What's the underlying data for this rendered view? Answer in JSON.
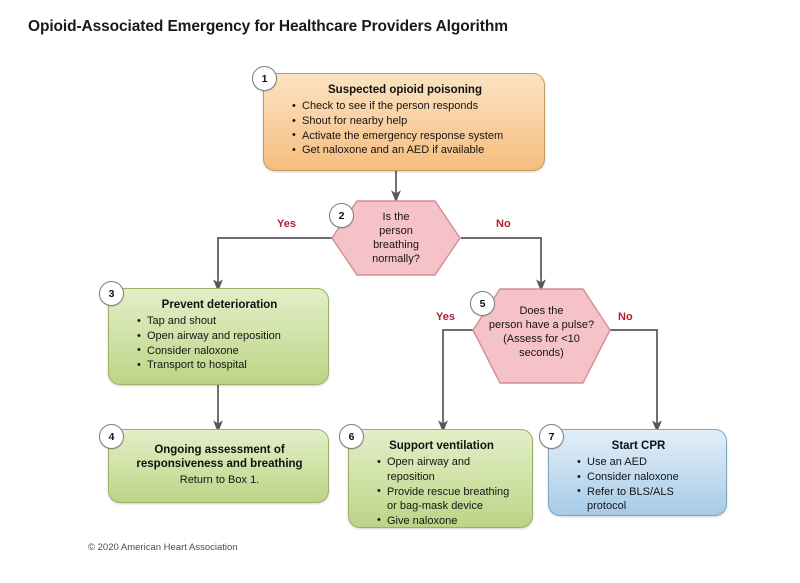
{
  "header": {
    "title": "Opioid-Associated Emergency for Healthcare Providers Algorithm"
  },
  "footer": {
    "copyright": "© 2020 American Heart Association"
  },
  "colors": {
    "action_orange": "#f6bd7e",
    "action_green": "#bcd486",
    "action_blue": "#a6cbe7",
    "decision_pink": "#f5bfc5",
    "branch_label": "#b02030",
    "connector": "#58585a"
  },
  "chart_data": {
    "type": "diagram",
    "title": "Opioid-Associated Emergency for Healthcare Providers Algorithm",
    "nodes": [
      {
        "id": "1",
        "shape": "rounded-rect",
        "color": "orange",
        "heading": "Suspected opioid poisoning",
        "bullets": [
          "Check to see if the person responds",
          "Shout for nearby help",
          "Activate the emergency response system",
          "Get naloxone and an AED if available"
        ]
      },
      {
        "id": "2",
        "shape": "hexagon",
        "color": "pink",
        "lines": [
          "Is the",
          "person breathing",
          "normally?"
        ]
      },
      {
        "id": "3",
        "shape": "rounded-rect",
        "color": "green",
        "heading": "Prevent deterioration",
        "bullets": [
          "Tap and shout",
          "Open airway and reposition",
          "Consider naloxone",
          "Transport to hospital"
        ]
      },
      {
        "id": "4",
        "shape": "rounded-rect",
        "color": "green",
        "heading": "Ongoing assessment of responsiveness and breathing",
        "plain": "Return to Box 1."
      },
      {
        "id": "5",
        "shape": "hexagon",
        "color": "pink",
        "lines": [
          "Does the",
          "person have a pulse?",
          "(Assess for <10",
          "seconds)"
        ]
      },
      {
        "id": "6",
        "shape": "rounded-rect",
        "color": "green",
        "heading": "Support ventilation",
        "bullets": [
          "Open airway and reposition",
          "Provide rescue breathing or bag-mask device",
          "Give naloxone"
        ]
      },
      {
        "id": "7",
        "shape": "rounded-rect",
        "color": "blue",
        "heading": "Start CPR",
        "bullets": [
          "Use an AED",
          "Consider naloxone",
          "Refer to BLS/ALS protocol"
        ]
      }
    ],
    "edges": [
      {
        "from": "1",
        "to": "2",
        "label": ""
      },
      {
        "from": "2",
        "to": "3",
        "label": "Yes"
      },
      {
        "from": "2",
        "to": "5",
        "label": "No"
      },
      {
        "from": "3",
        "to": "4",
        "label": ""
      },
      {
        "from": "5",
        "to": "6",
        "label": "Yes"
      },
      {
        "from": "5",
        "to": "7",
        "label": "No"
      }
    ]
  },
  "boxes": {
    "b1": {
      "num": "1",
      "heading": "Suspected opioid poisoning",
      "bullets": [
        "Check to see if the person responds",
        "Shout for nearby help",
        "Activate the emergency response system",
        "Get naloxone and an AED if available"
      ]
    },
    "b2": {
      "num": "2",
      "l1": "Is the",
      "l2": "person breathing",
      "l3": "normally?"
    },
    "b3": {
      "num": "3",
      "heading": "Prevent deterioration",
      "bullets": [
        "Tap and shout",
        "Open airway and reposition",
        "Consider naloxone",
        "Transport to hospital"
      ]
    },
    "b4": {
      "num": "4",
      "heading_l1": "Ongoing assessment of",
      "heading_l2": "responsiveness and breathing",
      "plain": "Return to Box 1."
    },
    "b5": {
      "num": "5",
      "l1": "Does the",
      "l2": "person have a pulse?",
      "l3": "(Assess for <10",
      "l4": "seconds)"
    },
    "b6": {
      "num": "6",
      "heading": "Support ventilation",
      "bullets": [
        "Open airway and reposition",
        "Provide rescue breathing",
        "or bag-mask device",
        "Give naloxone"
      ]
    },
    "b7": {
      "num": "7",
      "heading": "Start CPR",
      "bullets": [
        "Use an AED",
        "Consider naloxone",
        "Refer to BLS/ALS protocol"
      ]
    }
  },
  "branches": {
    "b2_yes": "Yes",
    "b2_no": "No",
    "b5_yes": "Yes",
    "b5_no": "No"
  }
}
